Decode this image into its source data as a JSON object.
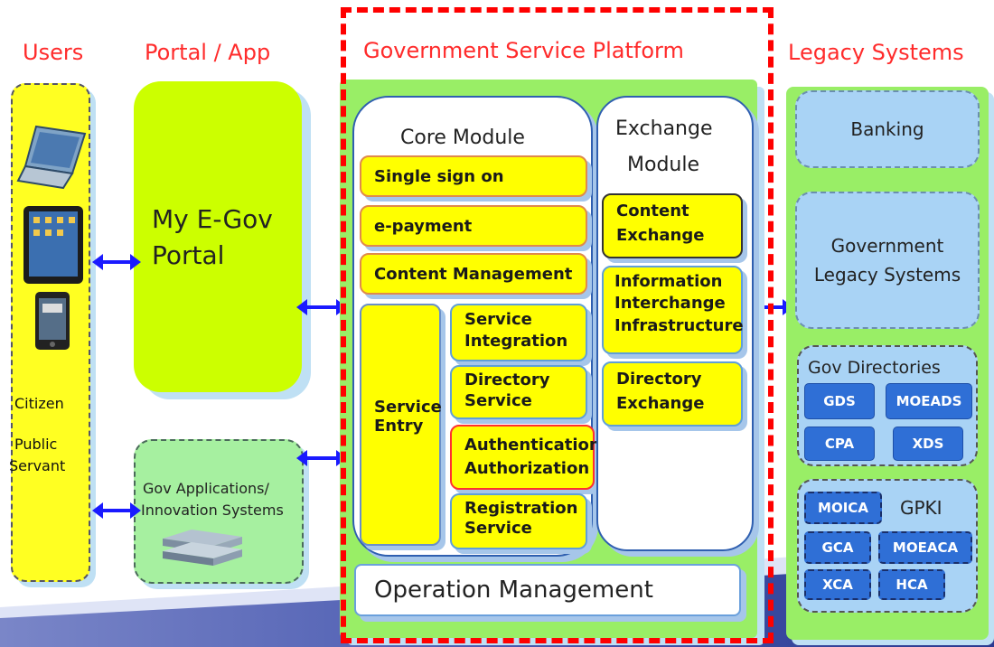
{
  "headers": {
    "users": "Users",
    "portal": "Portal / App",
    "platform": "Government Service Platform",
    "legacy": "Legacy Systems"
  },
  "users_panel": {
    "citizen": "Citizen",
    "public_servant_1": "Public",
    "public_servant_2": "Servant"
  },
  "portal_panel": {
    "my_egov_line1": "My E-Gov",
    "my_egov_line2": "Portal",
    "gov_apps_line1": "Gov Applications/",
    "gov_apps_line2": "Innovation Systems"
  },
  "core": {
    "title": "Core Module",
    "single_sign_on": "Single sign on",
    "epayment": "e-payment",
    "content_management": "Content Management",
    "service_entry_1": "Service",
    "service_entry_2": "Entry",
    "service_integration_1": "Service",
    "service_integration_2": "Integration",
    "directory_service_1": "Directory",
    "directory_service_2": "Service",
    "auth_1": "Authentication",
    "auth_2": "Authorization",
    "registration_1": "Registration",
    "registration_2": "Service"
  },
  "exchange": {
    "title_1": "Exchange",
    "title_2": "Module",
    "content_1": "Content",
    "content_2": "Exchange",
    "iii_1": "Information",
    "iii_2": "Interchange",
    "iii_3": "Infrastructure",
    "dir_1": "Directory",
    "dir_2": "Exchange"
  },
  "operation_management": "Operation Management",
  "legacy_panel": {
    "banking": "Banking",
    "gov_legacy_1": "Government",
    "gov_legacy_2": "Legacy Systems",
    "gov_dir_title": "Gov Directories",
    "gds": "GDS",
    "moeads": "MOEADS",
    "cpa": "CPA",
    "xds": "XDS",
    "gpki_title": "GPKI",
    "moica": "MOICA",
    "gca": "GCA",
    "moeaca": "MOEACA",
    "xca": "XCA",
    "hca": "HCA"
  },
  "colors": {
    "header_red": "#ff2b2b",
    "yellow_green": "#ccff00",
    "platform_green": "#99ee66",
    "item_yellow": "#ffff00",
    "legacy_blue": "#a9d3f5",
    "chip_blue": "#2f6fd6"
  },
  "icons": [
    "laptop-icon",
    "tablet-icon",
    "phone-icon",
    "server-icon",
    "double-arrow-icon"
  ]
}
